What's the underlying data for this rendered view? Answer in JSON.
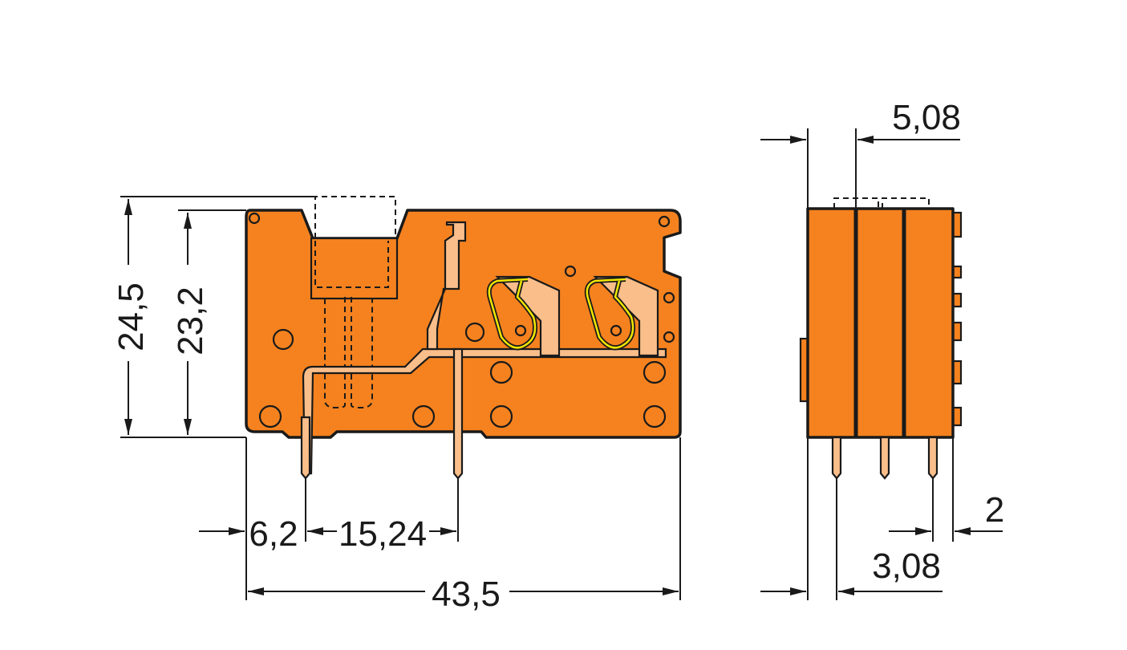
{
  "title": "Terminal block dimensional drawing",
  "colors": {
    "body": "#F5821F",
    "contact": "#F9BE8A",
    "spring": "#F2E600",
    "line": "#1a1a1a"
  },
  "dimensions": {
    "height_total": "24,5",
    "height_body": "23,2",
    "pin_offset": "6,2",
    "pin_pitch": "15,24",
    "length": "43,5",
    "pitch": "5,08",
    "pin_edge": "2",
    "pin_to_edge": "3,08"
  }
}
